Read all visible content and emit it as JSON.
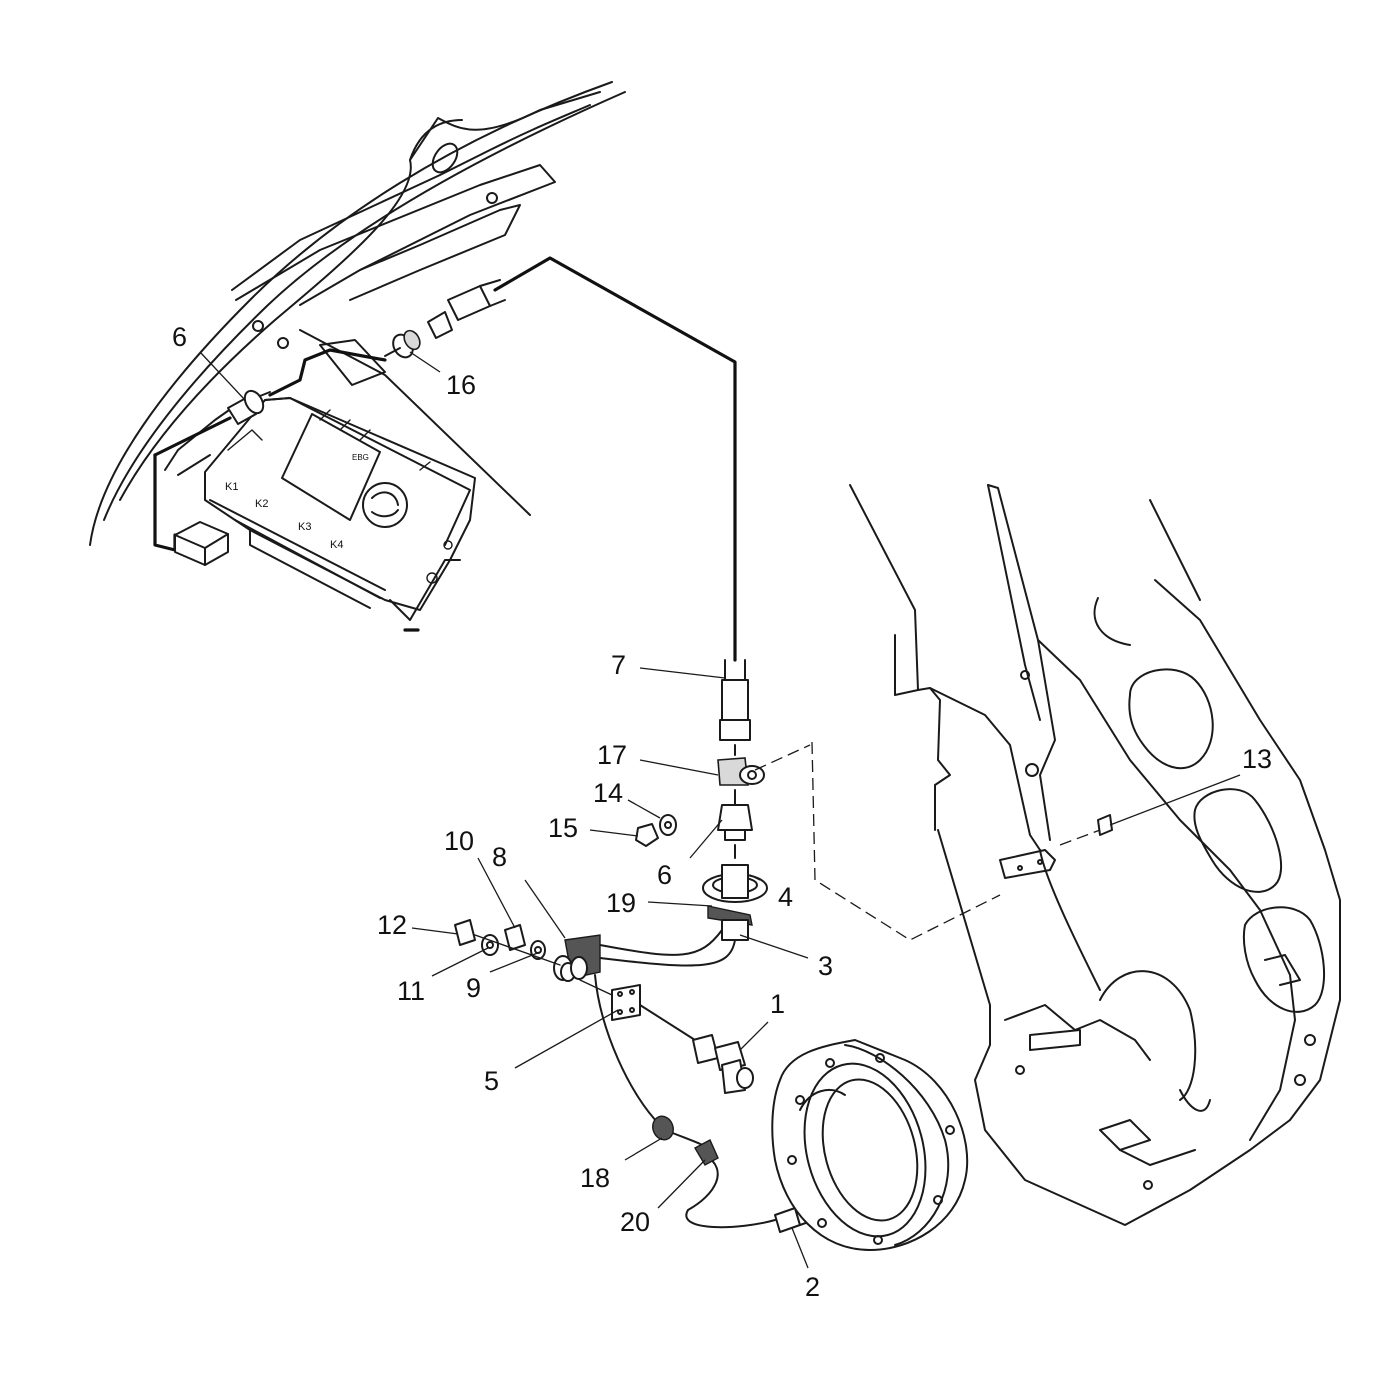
{
  "callouts": [
    {
      "id": "c6a",
      "text": "6"
    },
    {
      "id": "c16",
      "text": "16"
    },
    {
      "id": "c7",
      "text": "7"
    },
    {
      "id": "c17",
      "text": "17"
    },
    {
      "id": "c14",
      "text": "14"
    },
    {
      "id": "c15",
      "text": "15"
    },
    {
      "id": "c6b",
      "text": "6"
    },
    {
      "id": "c4",
      "text": "4"
    },
    {
      "id": "c19",
      "text": "19"
    },
    {
      "id": "c10",
      "text": "10"
    },
    {
      "id": "c8",
      "text": "8"
    },
    {
      "id": "c12",
      "text": "12"
    },
    {
      "id": "c11",
      "text": "11"
    },
    {
      "id": "c9",
      "text": "9"
    },
    {
      "id": "c3",
      "text": "3"
    },
    {
      "id": "c13",
      "text": "13"
    },
    {
      "id": "c1",
      "text": "1"
    },
    {
      "id": "c5",
      "text": "5"
    },
    {
      "id": "c18",
      "text": "18"
    },
    {
      "id": "c20",
      "text": "20"
    },
    {
      "id": "c2",
      "text": "2"
    }
  ],
  "unit_markings": {
    "k1": "K1",
    "k2": "K2",
    "k3": "K3",
    "k4": "K4",
    "code": "EBG"
  },
  "colors": {
    "ink": "#1a1a1a",
    "background": "#ffffff",
    "shade": "#d9d9d9"
  }
}
